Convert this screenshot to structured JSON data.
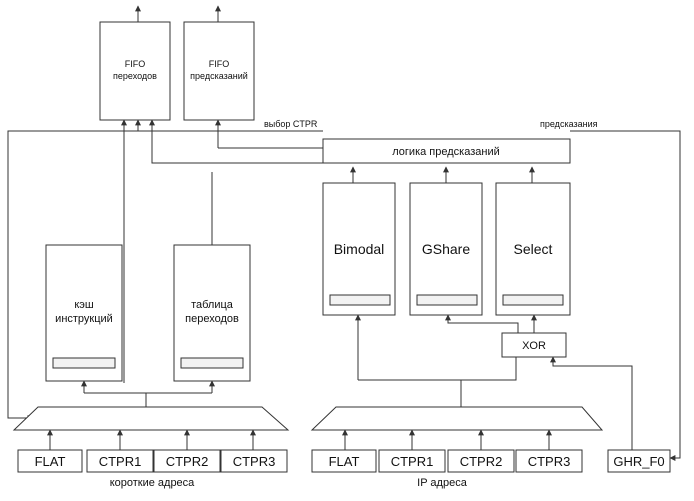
{
  "colors": {
    "line": "#333333",
    "box_shade": "#f2f2f2",
    "background": "#ffffff"
  },
  "blocks": {
    "fifo_branches": [
      "FIFO",
      "переходов"
    ],
    "fifo_predictions": [
      "FIFO",
      "предсказаний"
    ],
    "prediction_logic": "логика предсказаний",
    "bimodal": "Bimodal",
    "gshare": "GShare",
    "select": "Select",
    "xor": "XOR",
    "instruction_cache": [
      "кэш",
      "инструкций"
    ],
    "branch_table": [
      "таблица",
      "переходов"
    ],
    "ghr": "GHR_F0"
  },
  "signals": {
    "ctpr_select": "выбор CTPR",
    "predictions": "предсказания"
  },
  "registers": {
    "left": [
      "FLAT",
      "CTPR1",
      "CTPR2",
      "CTPR3"
    ],
    "right": [
      "FLAT",
      "CTPR1",
      "CTPR2",
      "CTPR3"
    ]
  },
  "captions": {
    "short_addresses": "короткие адреса",
    "ip_addresses": "IP адреса"
  }
}
